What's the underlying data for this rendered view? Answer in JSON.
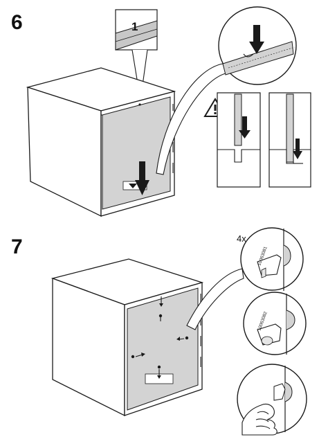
{
  "steps": [
    {
      "number": "6",
      "callout_label": "1",
      "warning_icon": "warning-triangle-icon"
    },
    {
      "number": "7",
      "quantity": "4x",
      "parts": [
        {
          "id": "10063081"
        },
        {
          "id": "10063082"
        }
      ]
    }
  ],
  "colors": {
    "line": "#1a1a1a",
    "panel_gray": "#d3d3d3",
    "callout_gray": "#c8c8c8",
    "background": "#ffffff"
  }
}
